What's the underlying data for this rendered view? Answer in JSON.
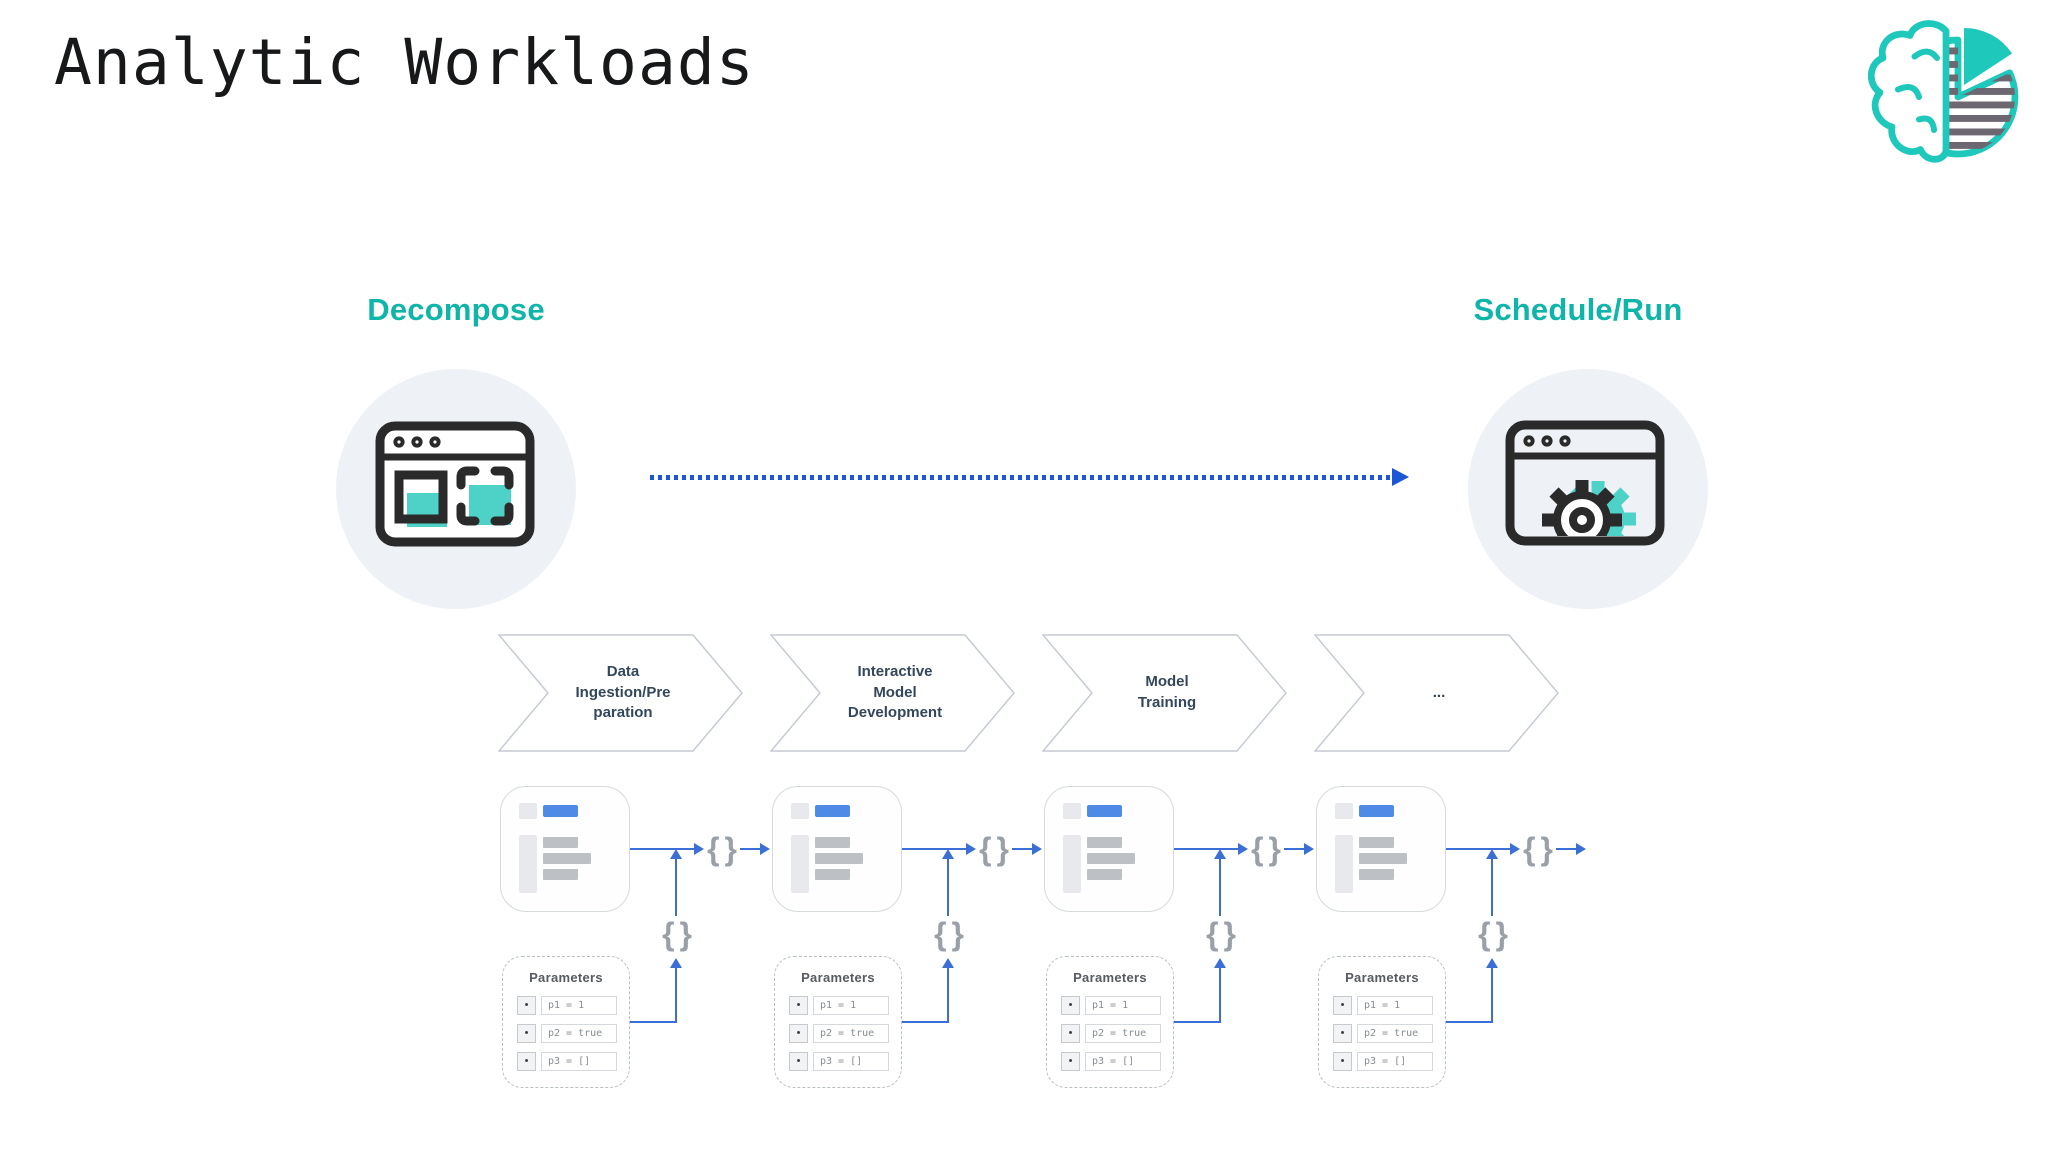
{
  "header": {
    "title": "Analytic Workloads",
    "logo": "brain-pie-chart-logo"
  },
  "flow": {
    "decompose_label": "Decompose",
    "schedule_label": "Schedule/Run",
    "left_icon": "browser-window-decompose-icon",
    "right_icon": "browser-window-gear-icon"
  },
  "stages": [
    {
      "label": "Data\nIngestion/Pre\nparation"
    },
    {
      "label": "Interactive\nModel\nDevelopment"
    },
    {
      "label": "Model\nTraining"
    },
    {
      "label": "..."
    }
  ],
  "shared": {
    "brace": "{ }",
    "params_title": "Parameters",
    "param_bullet": "•",
    "params": [
      "p1 = 1",
      "p2 = true",
      "p3 = []"
    ]
  },
  "colors": {
    "teal_text": "#10b5a9",
    "teal_fill": "#4ed1c6",
    "logo_teal": "#1ec8ba",
    "arrow_blue": "#3b6fd6",
    "dotted_blue": "#1b55d8",
    "chevron_border": "#c6ccd4",
    "brace_gray": "#9aa0a8"
  }
}
